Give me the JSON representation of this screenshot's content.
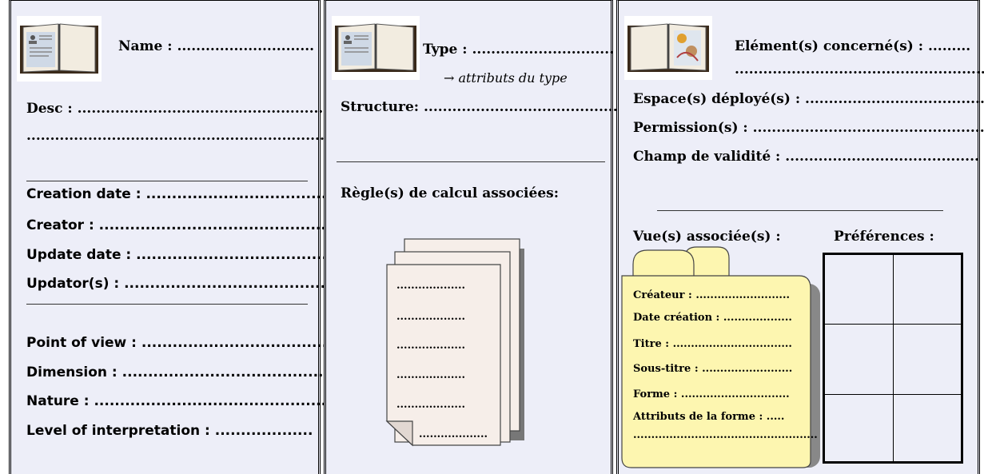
{
  "panel1": {
    "name_line": "Name : .............................",
    "desc_line": "Desc :  .....................................................",
    "desc_cont": "...................................................................",
    "creation_date": "Creation date : .....................................",
    "creator": "Creator : ...............................................",
    "update_date": "Update date : ........................................",
    "updators": "Updator(s) : ..........................................",
    "point_of_view": "Point of view : ......................................",
    "dimension": "Dimension : ..........................................",
    "nature": "Nature : ...............................................",
    "level": "Level of interpretation : ..................."
  },
  "panel2": {
    "type_line": "Type : ..............................",
    "type_attr": "→ attributs du type",
    "structure": "Structure: .........................................",
    "regles": "Règle(s) de calcul associées:",
    "doc_lines": [
      "...................",
      "...................",
      "...................",
      "...................",
      "...................",
      "..................."
    ]
  },
  "panel3": {
    "elements": "Elément(s) concerné(s) : .........",
    "elements_cont": ".........................................................",
    "espaces": "Espace(s) déployé(s) : ......................................",
    "permissions": "Permission(s) : ..................................................",
    "champ": "Champ de validité : .........................................",
    "vues": "Vue(s) associée(s) :",
    "preferences": "Préférences :",
    "folder_fields": [
      "Créateur : ..........................",
      "Date création : ...................",
      "Titre : .................................",
      "Sous-titre : .........................",
      "Forme : ..............................",
      "Attributs de la forme : .....",
      "..................................................."
    ]
  }
}
